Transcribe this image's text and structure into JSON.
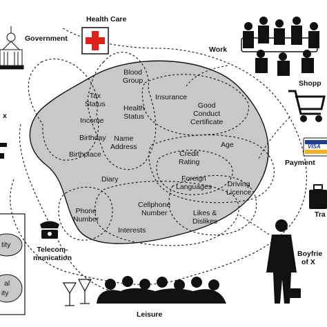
{
  "contexts": {
    "health_care": "Health Care",
    "government": "Government",
    "work": "Work",
    "shopping": "Shopp",
    "payment": "Payment",
    "travel": "Tra",
    "boyfriend": [
      "Boyfrie",
      "of X"
    ],
    "leisure": "Leisure",
    "telecommunication": [
      "Telecom-",
      "munication"
    ],
    "left_x": "x",
    "left_tity": "tity",
    "left_al": "al",
    "left_ity": "ity"
  },
  "attributes": {
    "blood_group": [
      "Blood",
      "Group"
    ],
    "tax_status": [
      "Tax",
      "Status"
    ],
    "health_status": [
      "Health",
      "Status"
    ],
    "insurance": "Insurance",
    "good_conduct": [
      "Good",
      "Conduct",
      "Certificate"
    ],
    "income": "Income",
    "birthday": "Birthday",
    "name_address": [
      "Name",
      "Address"
    ],
    "birthplace": "Birthplace",
    "age": "Age",
    "credit_rating": [
      "Credit",
      "Rating"
    ],
    "foreign_languages": [
      "Foreign",
      "Languages"
    ],
    "driving_licence": [
      "Driving",
      "Licence"
    ],
    "diary": "Diary",
    "phone_number": [
      "Phone",
      "Number"
    ],
    "cellphone_number": [
      "Cellphone",
      "Number"
    ],
    "likes_dislikes": [
      "Likes &",
      "Dislikes"
    ],
    "interests": "Interests"
  },
  "icons": {
    "health_care": "red-cross-icon",
    "government": "capitol-building-icon",
    "work": "meeting-people-icon",
    "shopping": "shopping-cart-icon",
    "payment": "credit-card-icon",
    "telecommunication": "telephone-icon",
    "leisure": "audience-silhouette-icon",
    "drinks": "cocktail-glasses-icon",
    "boyfriend": "businessman-silhouette-icon",
    "travel": "luggage-icon"
  },
  "card_text": "VISA",
  "colors": {
    "blob_fill": "#c8c8c8",
    "cross_red": "#e0201b",
    "line": "#111111",
    "card_blue": "#1f3f95",
    "card_gold": "#f0b323"
  }
}
